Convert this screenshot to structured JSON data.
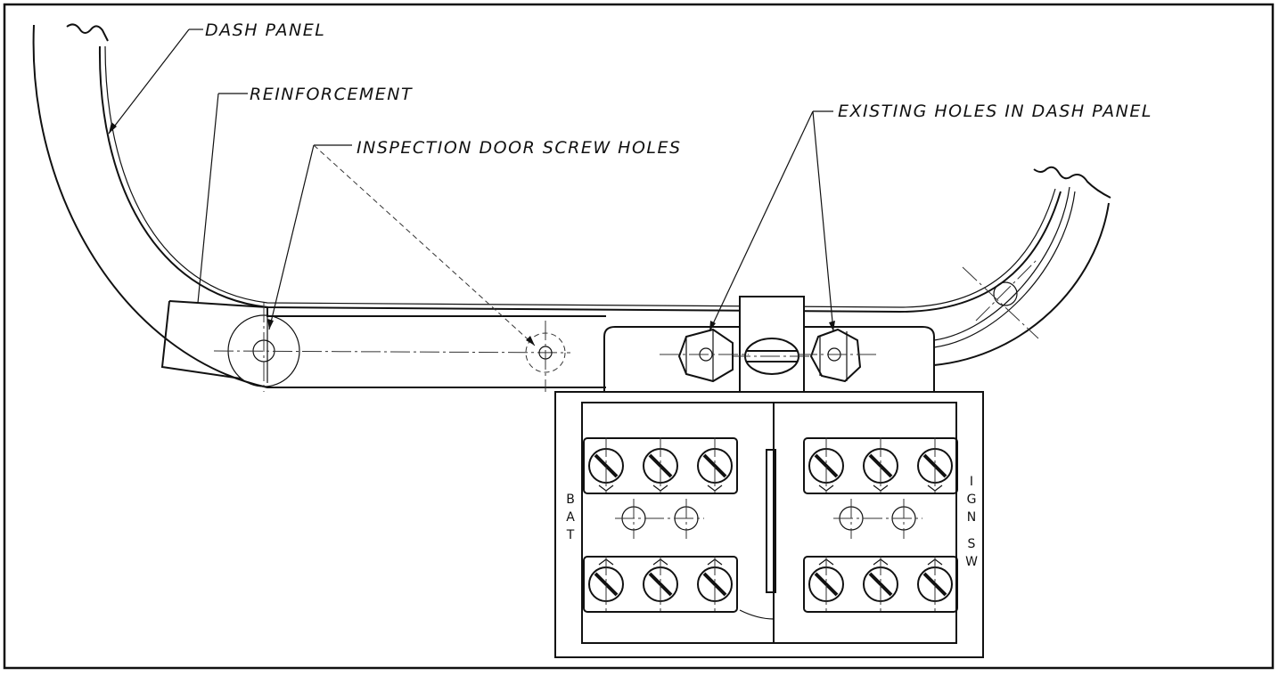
{
  "labels": {
    "dash_panel": "DASH PANEL",
    "reinforcement": "REINFORCEMENT",
    "inspection_holes": "INSPECTION DOOR SCREW HOLES",
    "existing_holes": "EXISTING HOLES IN DASH PANEL",
    "bat": "BAT",
    "ign_sw": "IGN SW"
  },
  "terminal_block": {
    "left_terminal_count": 6,
    "right_terminal_count": 6
  }
}
